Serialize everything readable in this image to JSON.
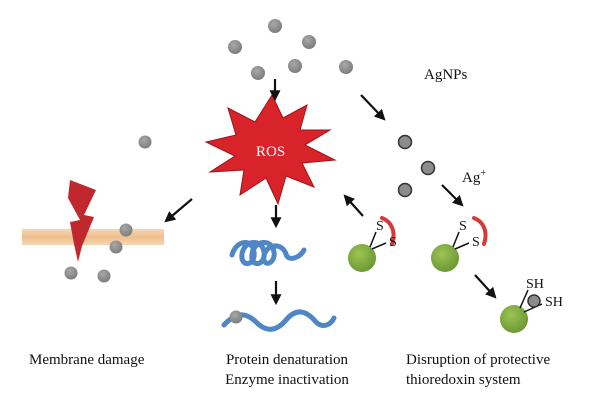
{
  "labels": {
    "ros": "ROS",
    "agnps": "AgNPs",
    "ag_ion": "Ag",
    "ag_ion_sup": "+",
    "s1": "S",
    "s2": "S",
    "s3": "S",
    "s4": "S",
    "sh1": "SH",
    "sh2": "SH"
  },
  "captions": {
    "membrane": "Membrane damage",
    "protein_line1": "Protein denaturation",
    "protein_line2": "Enzyme inactivation",
    "disruption_line1": "Disruption of protective",
    "disruption_line2": "thioredoxin system"
  },
  "colors": {
    "ros_burst": "#d8232a",
    "nanoparticle": "#8c8c8c",
    "protein": "#4f86c6",
    "thioredoxin": "#7aa63a",
    "membrane": "#f1c79b",
    "lightning": "#c0282d",
    "disulfide_arc": "#d43a3a"
  }
}
